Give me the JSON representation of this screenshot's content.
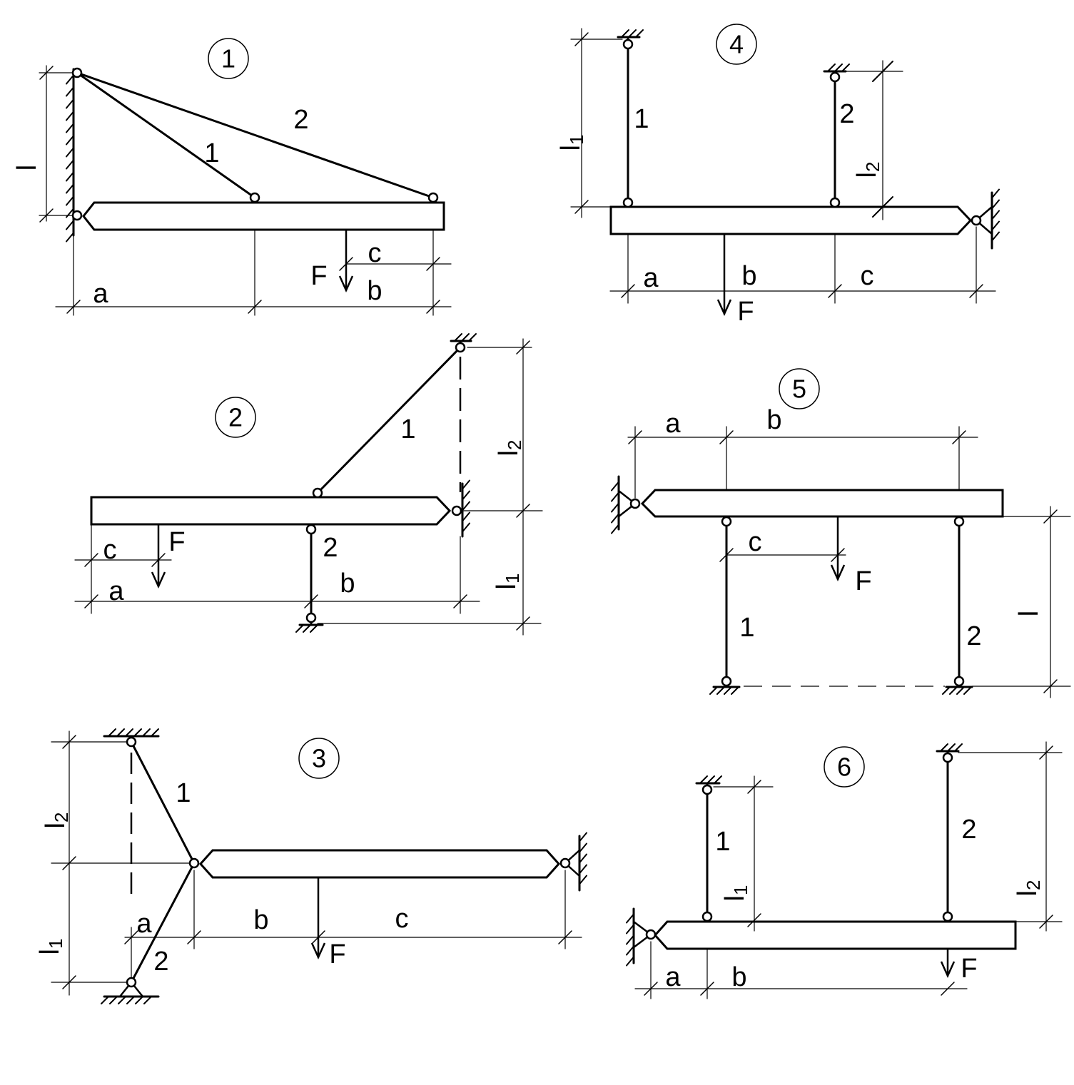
{
  "colors": {
    "ink": "#000000",
    "paper": "#ffffff"
  },
  "figures": {
    "f1": {
      "number": "1",
      "rod1": "1",
      "rod2": "2",
      "a": "a",
      "b": "b",
      "c": "c",
      "force": "F",
      "length": "l"
    },
    "f2": {
      "number": "2",
      "rod1": "1",
      "rod2": "2",
      "a": "a",
      "b": "b",
      "c": "c",
      "force": "F",
      "l1": {
        "base": "l",
        "sub": "1"
      },
      "l2": {
        "base": "l",
        "sub": "2"
      }
    },
    "f3": {
      "number": "3",
      "rod1": "1",
      "rod2": "2",
      "a": "a",
      "b": "b",
      "c": "c",
      "force": "F",
      "l1": {
        "base": "l",
        "sub": "1"
      },
      "l2": {
        "base": "l",
        "sub": "2"
      }
    },
    "f4": {
      "number": "4",
      "rod1": "1",
      "rod2": "2",
      "a": "a",
      "b": "b",
      "c": "c",
      "force": "F",
      "l1": {
        "base": "l",
        "sub": "1"
      },
      "l2": {
        "base": "l",
        "sub": "2"
      }
    },
    "f5": {
      "number": "5",
      "rod1": "1",
      "rod2": "2",
      "a": "a",
      "b": "b",
      "c": "c",
      "force": "F",
      "length": "l"
    },
    "f6": {
      "number": "6",
      "rod1": "1",
      "rod2": "2",
      "a": "a",
      "b": "b",
      "force": "F",
      "l1": {
        "base": "l",
        "sub": "1"
      },
      "l2": {
        "base": "l",
        "sub": "2"
      }
    }
  }
}
